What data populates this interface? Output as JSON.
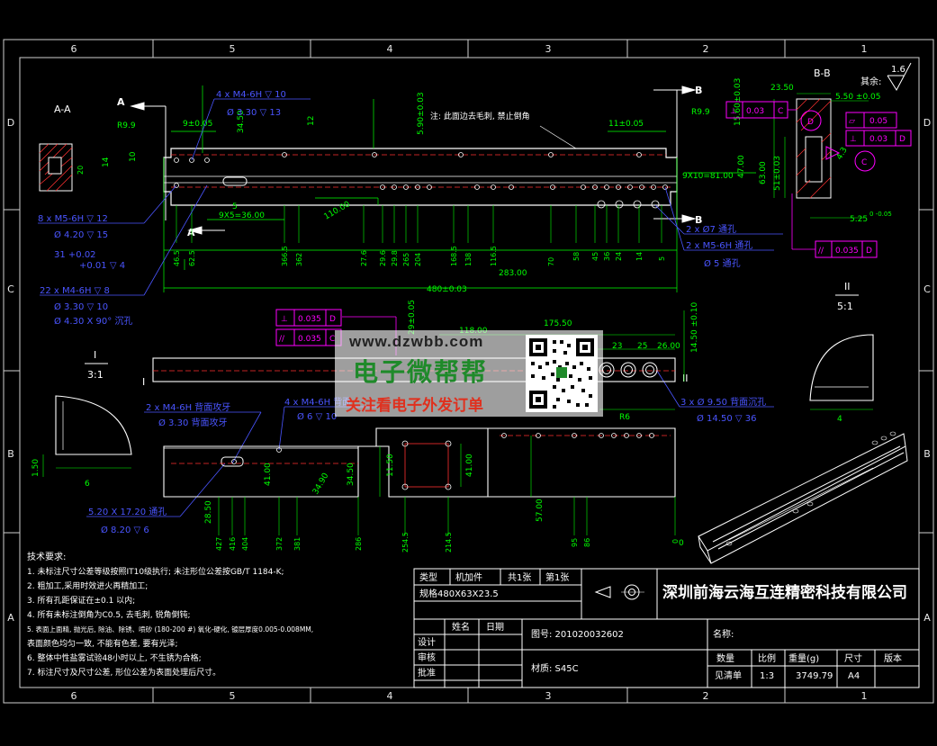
{
  "grid": {
    "columns": [
      "6",
      "5",
      "4",
      "3",
      "2",
      "1"
    ],
    "rows": [
      "D",
      "C",
      "B",
      "A"
    ]
  },
  "views": {
    "section_aa": "A-A",
    "section_bb": "B-B",
    "section_arrows": [
      "A",
      "A",
      "B",
      "B"
    ],
    "detail_i_roman": "I",
    "detail_i_scale": "3:1",
    "detail_ii_roman": "II",
    "detail_ii_scale": "5:1",
    "marker_i": "I",
    "marker_ii": "II"
  },
  "roughness": {
    "value": "1.6",
    "label": "其余:"
  },
  "dimensions": {
    "r9_9_left": "R9.9",
    "r9_9_right": "R9.9",
    "d_9": "9±0.05",
    "d_34_50": "34.50",
    "d_12": "12",
    "d_5_90": "5.90±0.03",
    "d_11": "11±0.05",
    "d_15_60": "15.60±0.03",
    "d_23_50": "23.50",
    "d_5_50": "5.50 ±0.05",
    "d_51": "51±0.03",
    "d_5_25": "5.25",
    "d_5_25_tol": "0\n-0.05",
    "d_47": "47.00",
    "d_63": "63.00",
    "d_9x10": "9X10=81.00",
    "d_9x5": "9X5=36.00",
    "d_110": "110.00",
    "d_283": "283.00",
    "d_480": "480±0.03",
    "d_29_05": "29±0.05",
    "d_118": "118.00",
    "d_175_50": "175.50",
    "d_14_50": "14.50 ±0.10",
    "d_23": "23",
    "d_25": "25",
    "d_26": "26.00",
    "d_1_50": "1.50",
    "d_6": "6",
    "d_4": "4",
    "d_r6": "R6",
    "d_11_50": "11.50",
    "d_41": "41.00",
    "d_41b": "41.00",
    "d_34_50b": "34.50",
    "d_28_50": "28.50",
    "d_57": "57.00",
    "d_34_90": "34.90",
    "d_h20": "20",
    "d_31": "31",
    "d_14": "14",
    "d_5": "5",
    "d_10": "10",
    "d_0": "0"
  },
  "vertical_dims_top": [
    "46.5",
    "62.5",
    "366.5",
    "362",
    "27.6",
    "29.6",
    "29.8",
    "265",
    "204",
    "168.5",
    "138",
    "116.5",
    "70",
    "58",
    "45",
    "36",
    "24",
    "14",
    "5"
  ],
  "vertical_dims_bottom": [
    "427",
    "416",
    "404",
    "372",
    "381",
    "286",
    "254.5",
    "214.5",
    "95",
    "86",
    "0"
  ],
  "callouts": {
    "c1_a": "4 x M4-6H  ▽ 10",
    "c1_b": "Ø 3.30  ▽ 13",
    "c2_a": "8 x M5-6H  ▽ 12",
    "c2_b": "Ø 4.20  ▽ 15",
    "c3_a": "31  +0.02",
    "c3_b": "+0.01 ▽ 4",
    "c4_a": "22 x M4-6H  ▽ 8",
    "c4_b": "Ø 3.30  ▽ 10",
    "c4_c": "Ø 4.30 X 90° 沉孔",
    "c5": "2 x Ø7 通孔",
    "c6_a": "2 x M5-6H 通孔",
    "c6_b": "Ø 5 通孔",
    "c7_a": "2 x M4-6H 背面攻牙",
    "c7_b": "Ø 3.30 背面攻牙",
    "c8_a": "4 x M4-6H 背面",
    "c8_b": "Ø 6  ▽ 10",
    "c9": "5.20 X 17.20 通孔",
    "c10": "Ø 8.20  ▽ 6",
    "c11_a": "3 x Ø 9.50 背面沉孔",
    "c11_b": "Ø 14.50  ▽ 36",
    "note_top": "注: 此面边去毛刺, 禁止倒角"
  },
  "gdt": {
    "g1_sym": "⊥",
    "g1_val": "0.03",
    "g1_ref": "C",
    "g2_sym": "▱",
    "g2_val": "0.05",
    "g3_sym": "⊥",
    "g3_val": "0.03",
    "g3_ref": "D",
    "g4_sym": "//",
    "g4_val": "0.035",
    "g4_ref": "D",
    "g5_sym": "⊥",
    "g5_val": "0.035",
    "g5_ref": "D",
    "g6_sym": "//",
    "g6_val": "0.035",
    "g6_ref": "C",
    "datum_c": "C",
    "datum_d": "D",
    "datum_c2": "C",
    "s_4_3": "4.3"
  },
  "tech_requirements": {
    "title": "技术要求:",
    "items": [
      "1. 未标注尺寸公差等级按照IT10级执行; 未注形位公差按GB/T 1184-K;",
      "2. 粗加工,采用时效进火再精加工;",
      "3. 所有孔距保证在±0.1 以内;",
      "4. 所有未标注倒角为C0.5, 去毛刺, 锐角倒钝;",
      "5. 表面上面精, 抛光后, 除油、除锈、喷砂 (180-200 #) 氧化-硬化, 镀层厚度0.005-0.008MM,",
      "   表面颜色均匀一致, 不能有色差, 要有光泽;",
      "6. 整体中性盐雾试验48小时以上, 不生锈为合格;",
      "7. 标注尺寸及尺寸公差, 形位公差为表面处理后尺寸。"
    ]
  },
  "title_block": {
    "type_label": "类型",
    "type_value": "机加件",
    "total_sheets": "共1张",
    "sheet_no": "第1张",
    "spec": "规格480X63X23.5",
    "name_col": "姓名",
    "date_col": "日期",
    "row_design": "设计",
    "row_check": "审核",
    "row_approve": "批准",
    "drawing_no": "图号: 201020032602",
    "material": "材质: S45C",
    "company": "深圳前海云海互连精密科技有限公司",
    "part_name": "名称:",
    "qty_label": "数量",
    "scale_label": "比例",
    "weight_label": "重量(g)",
    "size_label": "尺寸",
    "version_label": "版本",
    "qty_value": "见清单",
    "scale_value": "1:3",
    "weight_value": "3749.79",
    "size_value": "A4"
  },
  "watermark": {
    "url": "www.dzwbb.com",
    "title": "电子微帮帮",
    "subtitle": "关注看电子外发订单"
  },
  "colors": {
    "background": "#000000",
    "outline": "#ffffff",
    "dimension": "#00ff00",
    "callout": "#3b46ff",
    "gdt": "#ff00ff",
    "hidden_line": "#ff3030",
    "hatch": "#ff3030",
    "frame": "#d0d0d0"
  }
}
